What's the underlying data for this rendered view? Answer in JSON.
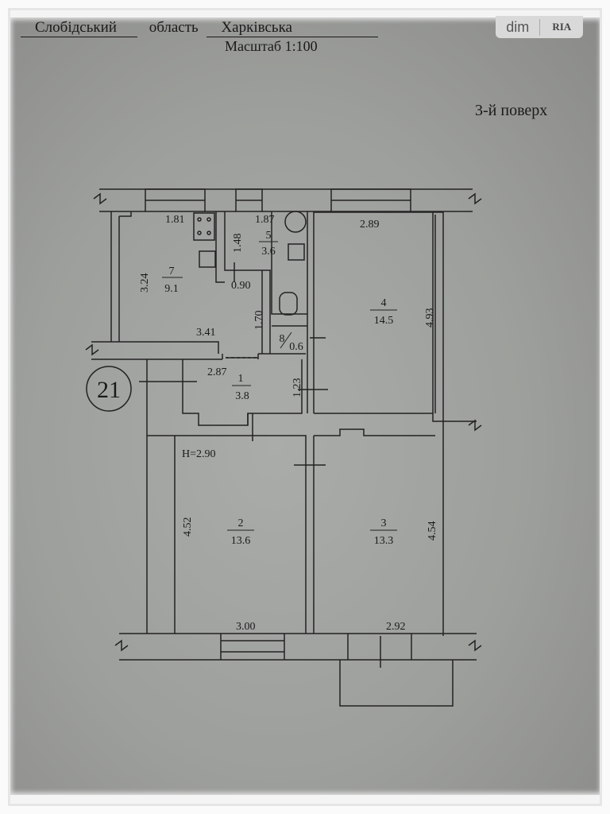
{
  "header": {
    "district": "Слобідський",
    "oblast_label": "область",
    "oblast": "Харківська",
    "scale": "Масштаб 1:100",
    "floor": "3-й поверх"
  },
  "logo": {
    "part1": "dim",
    "part2": "RIA"
  },
  "apartment_number": "21",
  "ceiling_height": "H=2.90",
  "rooms": [
    {
      "number": "1",
      "area": "3.8"
    },
    {
      "number": "2",
      "area": "13.6"
    },
    {
      "number": "3",
      "area": "13.3"
    },
    {
      "number": "4",
      "area": "14.5"
    },
    {
      "number": "5",
      "area": "3.6"
    },
    {
      "number": "7",
      "area": "9.1"
    },
    {
      "number": "8",
      "area": "0.6"
    }
  ],
  "dimensions": {
    "d181": "1.81",
    "d187": "1.87",
    "d289": "2.89",
    "d148": "1.48",
    "d324": "3.24",
    "d090": "0.90",
    "d170": "1.70",
    "d341": "3.41",
    "d493": "4.93",
    "d287": "2.87",
    "d123": "1.23",
    "d452": "4.52",
    "d454": "4.54",
    "d300": "3.00",
    "d292": "2.92"
  }
}
